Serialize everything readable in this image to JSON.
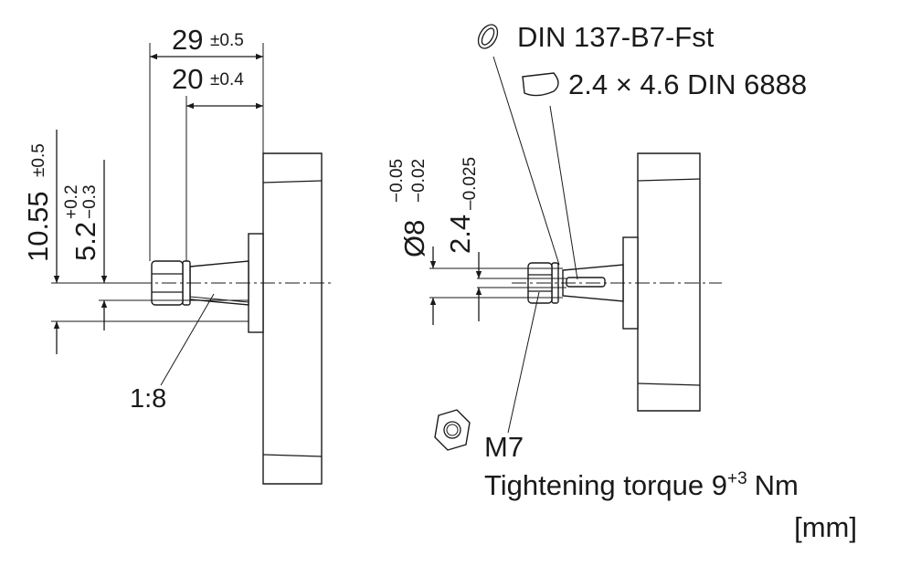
{
  "left_view": {
    "dim_overall": {
      "value": "29",
      "tolerance": "±0.5"
    },
    "dim_cone": {
      "value": "20",
      "tolerance": "±0.4"
    },
    "dim_height": {
      "value": "10.55",
      "tolerance": "±0.5"
    },
    "dim_cone_offset": {
      "value": "5.2",
      "tol_upper": "+0.2",
      "tol_lower": "−0.3"
    },
    "taper_label": "1:8"
  },
  "right_view": {
    "washer_label": "DIN 137-B7-Fst",
    "key_label": "2.4 × 4.6 DIN 6888",
    "dim_diameter": {
      "value": "Ø8",
      "tol_upper": "−0.05",
      "tol_lower": "−0.02"
    },
    "dim_key": {
      "value": "2.4",
      "tol_lower": "–0.025"
    },
    "nut_label": "M7",
    "torque_label": "Tightening torque 9",
    "torque_superscript": "+3",
    "torque_unit": "Nm",
    "unit_label": "[mm]"
  },
  "icons": [
    "washer-icon",
    "woodruff-key-icon",
    "hex-nut-icon"
  ]
}
